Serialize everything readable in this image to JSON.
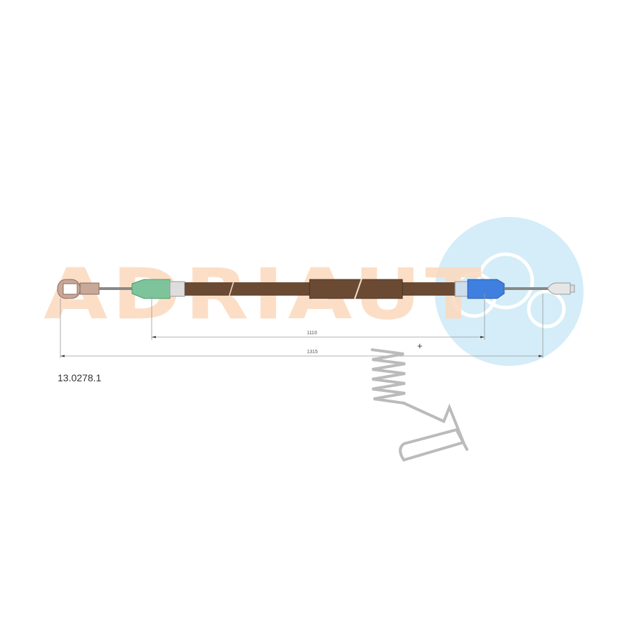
{
  "watermark": {
    "text": "ADRIAUT",
    "color": "#fcd9bd",
    "circle_color": "#d4edf8"
  },
  "part_number": "13.0278.1",
  "dimensions": {
    "inner": "1110",
    "overall": "1315"
  },
  "plus_mark": "+",
  "colors": {
    "housing": "#6b4a34",
    "left_fitting": "#7ec49a",
    "right_fitting": "#3f7fe0",
    "end_fittings": "#c8a898"
  }
}
